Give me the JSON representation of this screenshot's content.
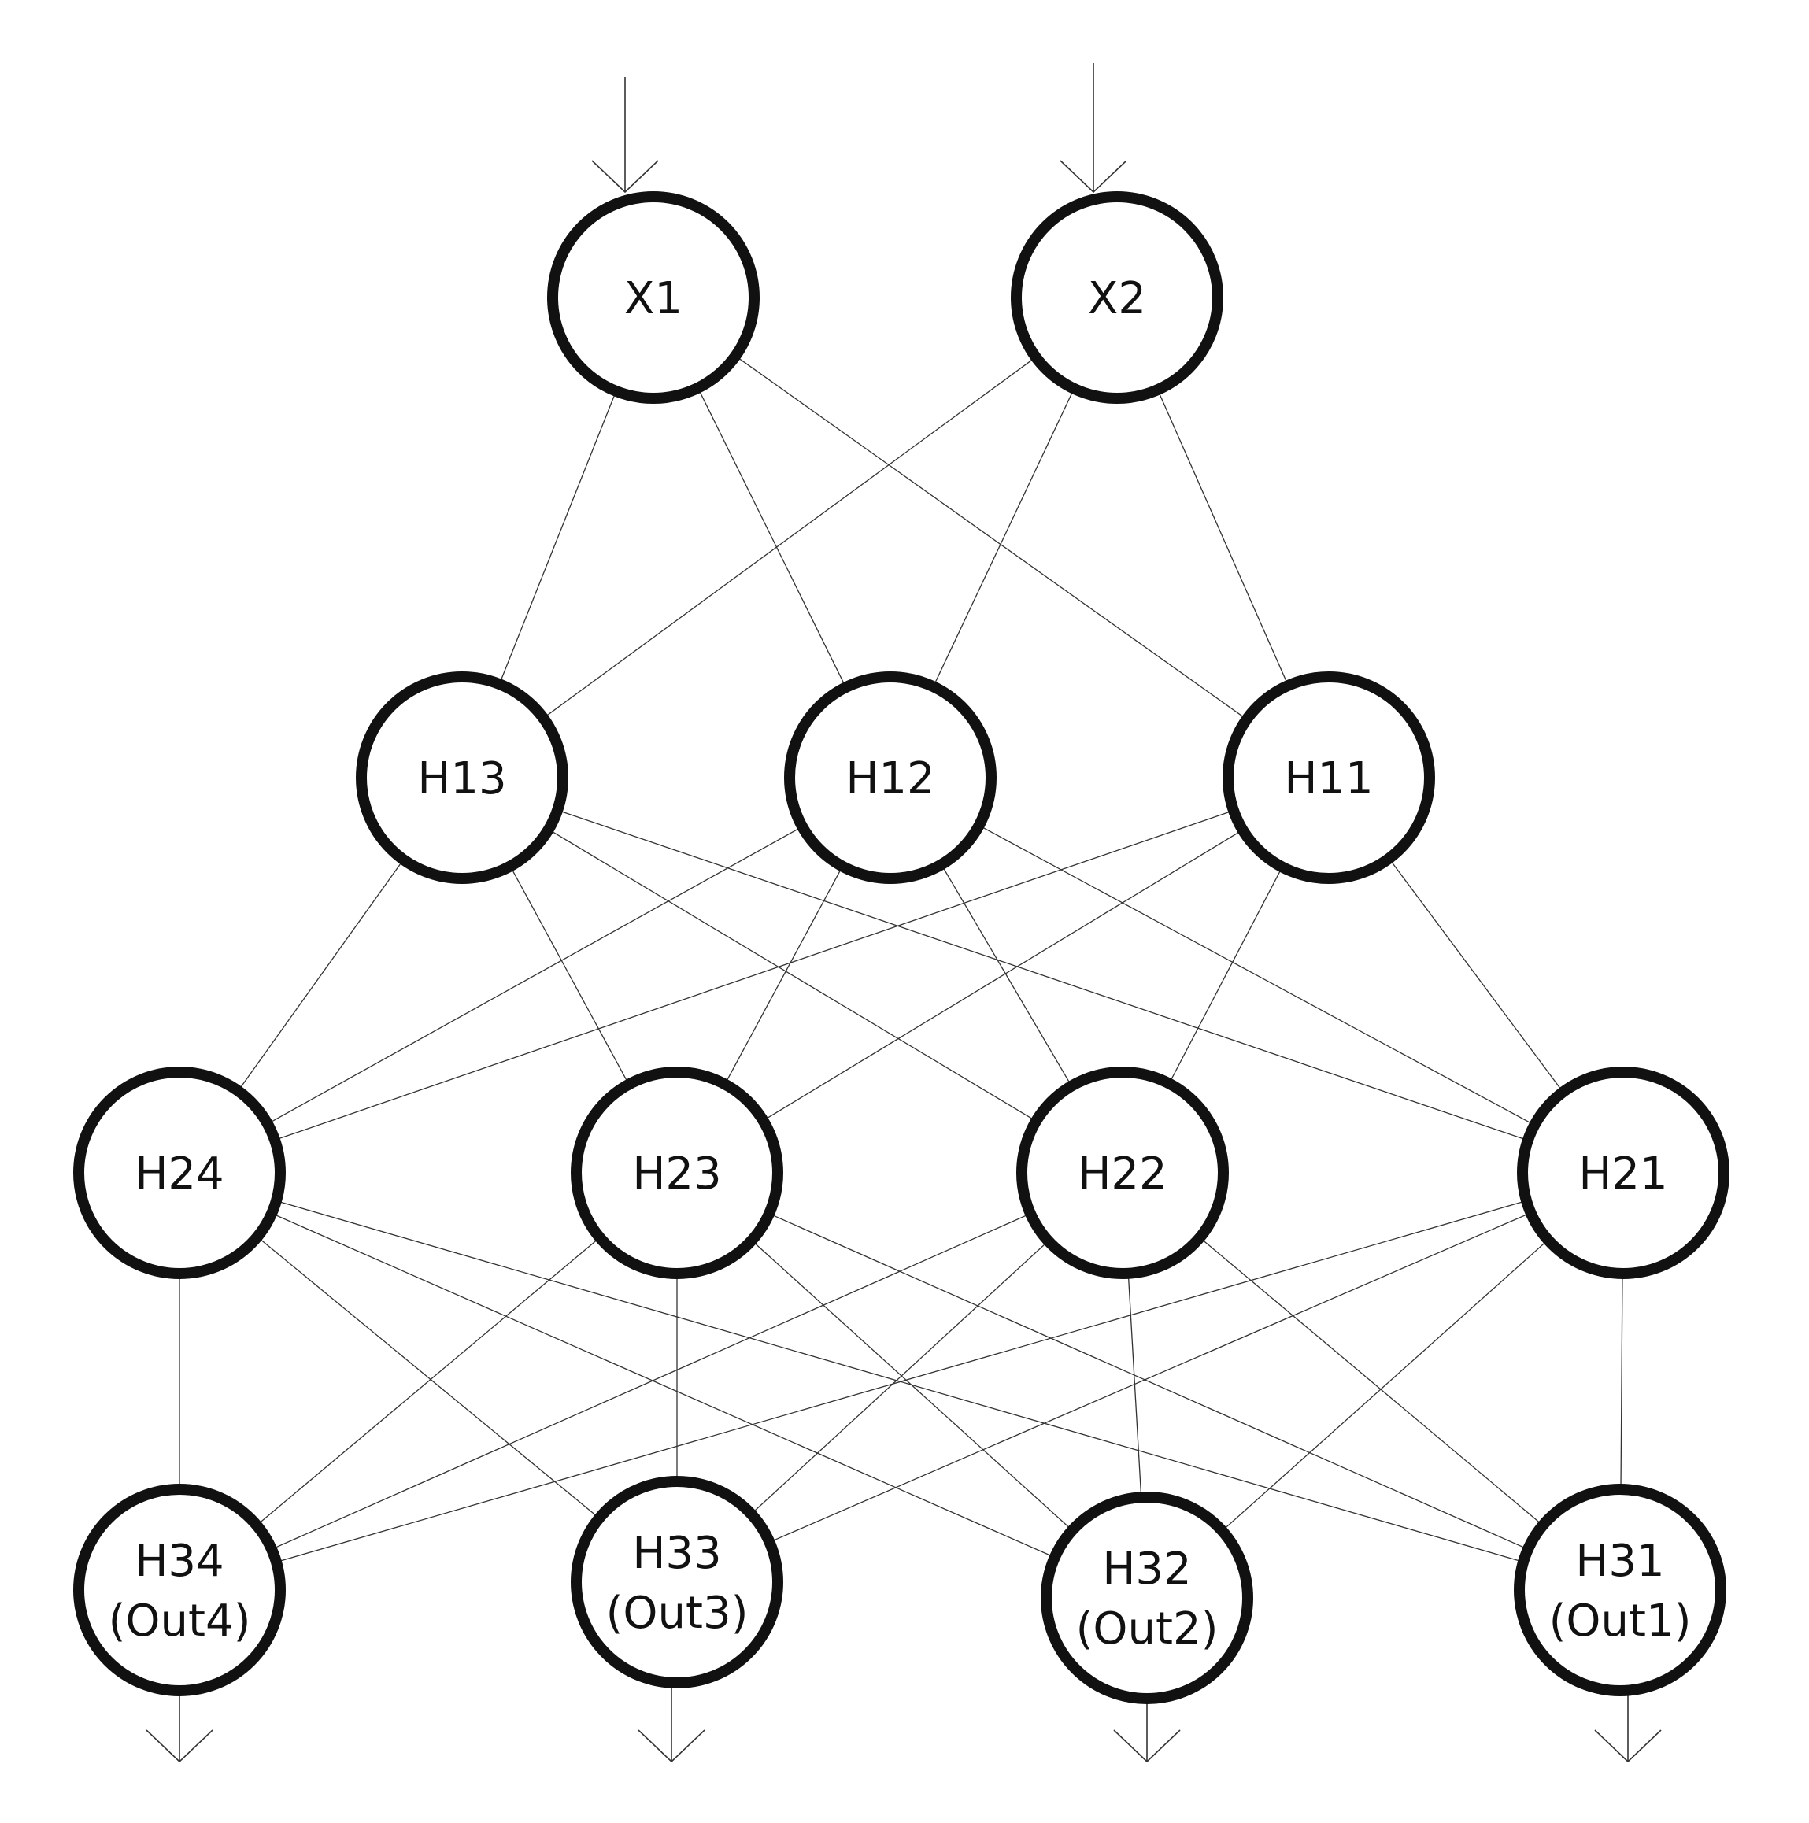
{
  "nodes": [
    {
      "id": "X1",
      "label": "X1",
      "sublabel": ""
    },
    {
      "id": "X2",
      "label": "X2",
      "sublabel": ""
    },
    {
      "id": "H13",
      "label": "H13",
      "sublabel": ""
    },
    {
      "id": "H12",
      "label": "H12",
      "sublabel": ""
    },
    {
      "id": "H11",
      "label": "H11",
      "sublabel": ""
    },
    {
      "id": "H24",
      "label": "H24",
      "sublabel": ""
    },
    {
      "id": "H23",
      "label": "H23",
      "sublabel": ""
    },
    {
      "id": "H22",
      "label": "H22",
      "sublabel": ""
    },
    {
      "id": "H21",
      "label": "H21",
      "sublabel": ""
    },
    {
      "id": "H34",
      "label": "H34",
      "sublabel": "(Out4)"
    },
    {
      "id": "H33",
      "label": "H33",
      "sublabel": "(Out3)"
    },
    {
      "id": "H32",
      "label": "H32",
      "sublabel": "(Out2)"
    },
    {
      "id": "H31",
      "label": "H31",
      "sublabel": "(Out1)"
    }
  ],
  "edges": [
    [
      "X1",
      "H13"
    ],
    [
      "X1",
      "H12"
    ],
    [
      "X1",
      "H11"
    ],
    [
      "X2",
      "H13"
    ],
    [
      "X2",
      "H12"
    ],
    [
      "X2",
      "H11"
    ],
    [
      "H13",
      "H24"
    ],
    [
      "H13",
      "H23"
    ],
    [
      "H13",
      "H22"
    ],
    [
      "H13",
      "H21"
    ],
    [
      "H12",
      "H24"
    ],
    [
      "H12",
      "H23"
    ],
    [
      "H12",
      "H22"
    ],
    [
      "H12",
      "H21"
    ],
    [
      "H11",
      "H24"
    ],
    [
      "H11",
      "H23"
    ],
    [
      "H11",
      "H22"
    ],
    [
      "H11",
      "H21"
    ],
    [
      "H24",
      "H34"
    ],
    [
      "H24",
      "H33"
    ],
    [
      "H24",
      "H32"
    ],
    [
      "H24",
      "H31"
    ],
    [
      "H23",
      "H34"
    ],
    [
      "H23",
      "H33"
    ],
    [
      "H23",
      "H32"
    ],
    [
      "H23",
      "H31"
    ],
    [
      "H22",
      "H34"
    ],
    [
      "H22",
      "H33"
    ],
    [
      "H22",
      "H32"
    ],
    [
      "H22",
      "H31"
    ],
    [
      "H21",
      "H34"
    ],
    [
      "H21",
      "H33"
    ],
    [
      "H21",
      "H32"
    ],
    [
      "H21",
      "H31"
    ]
  ],
  "inputs": [
    "X1",
    "X2"
  ],
  "outputs": [
    "H34",
    "H33",
    "H32",
    "H31"
  ]
}
